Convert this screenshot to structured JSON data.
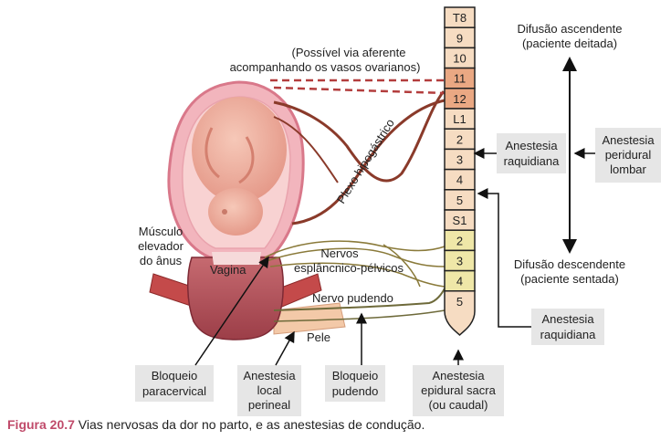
{
  "spine": {
    "segments": [
      "T8",
      "9",
      "10",
      "11",
      "12",
      "L1",
      "2",
      "3",
      "4",
      "5",
      "S1",
      "2",
      "3",
      "4",
      "5"
    ],
    "highlight_orange": [
      "11",
      "12"
    ],
    "highlight_yellow_index": [
      11,
      12,
      13
    ]
  },
  "labels": {
    "aferente_l1": "(Possível via aferente",
    "aferente_l2": "acompanhando os vasos ovarianos)",
    "plexo": "Plexo hipogástrico",
    "musculo_l1": "Músculo",
    "musculo_l2": "elevador",
    "musculo_l3": "do ânus",
    "vagina": "Vagina",
    "nervos_l1": "Nervos",
    "nervos_l2": "esplâncnico-pélvicos",
    "pudendo": "Nervo pudendo",
    "pele": "Pele",
    "difusao_asc_l1": "Difusão ascendente",
    "difusao_asc_l2": "(paciente deitada)",
    "difusao_desc_l1": "Difusão descendente",
    "difusao_desc_l2": "(paciente sentada)"
  },
  "boxes": {
    "raq1_l1": "Anestesia",
    "raq1_l2": "raquidiana",
    "peridural_l1": "Anestesia",
    "peridural_l2": "peridural",
    "peridural_l3": "lombar",
    "raq2_l1": "Anestesia",
    "raq2_l2": "raquidiana",
    "paracervical_l1": "Bloqueio",
    "paracervical_l2": "paracervical",
    "local_l1": "Anestesia",
    "local_l2": "local",
    "local_l3": "perineal",
    "pudendo_l1": "Bloqueio",
    "pudendo_l2": "pudendo",
    "sacra_l1": "Anestesia",
    "sacra_l2": "epidural sacra",
    "sacra_l3": "(ou caudal)"
  },
  "caption": {
    "figure": "Figura 20.7",
    "text": " Vias nervosas da dor no parto, e as anestesias de condução."
  },
  "colors": {
    "spine_default": "#f6dcc2",
    "spine_orange": "#eaa883",
    "spine_yellow": "#efe7a8",
    "nerve_brown": "#8a3a2a",
    "box_gray": "#e6e6e6",
    "uterus_pink": "#e38f9c",
    "caption_accent": "#c04a6a"
  }
}
